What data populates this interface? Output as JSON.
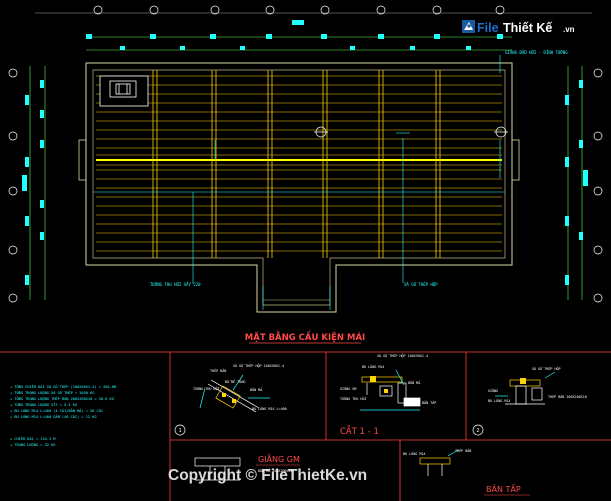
{
  "watermark": {
    "brand_file": "File",
    "brand_rest": "Thiết Kế",
    "brand_tld": ".vn",
    "copyright": "Copyright © FileThietKe.vn"
  },
  "plan": {
    "title": "MẶT BẰNG CẤU KIỆN MÁI",
    "annotations": {
      "top_right": "GIẰNG ĐẦU HỒI - ĐỈNH TƯỜNG",
      "bottom_left": "TƯỜNG THU HỒI XÂY 220",
      "bottom_right": "XÀ GỒ THÉP HỘP"
    }
  },
  "details": {
    "notes": [
      "+ TỔNG CHIỀU DÀI XÀ GỒ THÉP (100X50X1.4) = 450.8M",
      "+ TỔNG TRỌNG LƯỢNG XÀ GỒ THÉP = 1050 KG",
      "+ TỔNG TRỌNG LƯỢNG THÉP BẢN 200X200X10 = 30.6 KG",
      "+ TỔNG TRỌNG LƯỢNG VÍT = 5.4 KG",
      "+ BU LÔNG M14 L=400 (4 CÁI/BẢN MÃ) = 36 CÁI",
      "+ BU LÔNG M14 L=400 GẮN (40 CÁI) = 12 KG"
    ],
    "notes_extra": [
      "+ CHIỀU DÀI = 134.3 M",
      "+ TRỌNG LƯỢNG = 32 KG"
    ],
    "detail1": {
      "number": "1",
      "labels": [
        "XÀ GỒ THÉP HỘP 100X50X1.4",
        "THÉP BẢN",
        "TƯỜNG THU HỒI",
        "BẢN MÃ",
        "BU LÔNG M14 L=400",
        "ĐỔ BÊ TÔNG"
      ]
    },
    "section11": {
      "title": "CẮT 1 - 1",
      "labels": [
        "XÀ GỒ THÉP HỘP 100X50X1.4",
        "BU LÔNG M14",
        "GIẰNG GM",
        "BẢN MÃ",
        "TƯỜNG THU HỒI",
        "BẢN TẤP"
      ]
    },
    "detail2": {
      "number": "2",
      "labels": [
        "XÀ GỒ THÉP HỘP",
        "THÉP BẢN 200X200X10",
        "BU LÔNG M14",
        "GIẰNG"
      ]
    },
    "giang": {
      "title": "GIẰNG GM",
      "label": "BẢN MÃ 200X200X10"
    },
    "ban_tap": {
      "title": "BẢN TẤP",
      "label": "BU LÔNG M14",
      "label2": "THÉP BẢN"
    }
  }
}
